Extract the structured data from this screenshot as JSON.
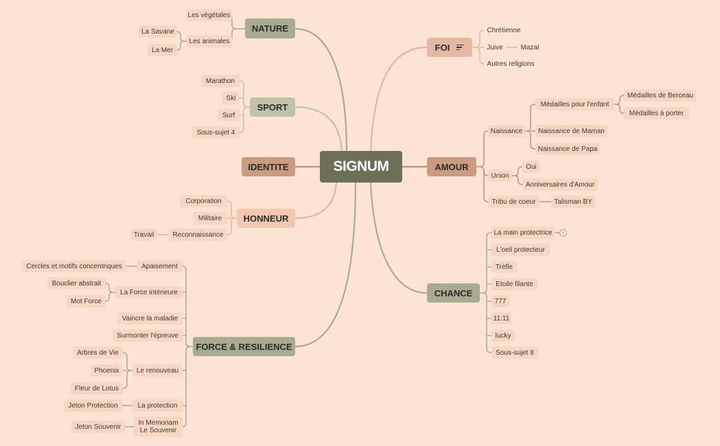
{
  "colors": {
    "background": "#fde3d3",
    "root": "#6b7056",
    "green_topic": "#a8ab8e",
    "light_green_topic": "#c0c3a6",
    "brown_topic": "#c99b80",
    "sub_node": "#f7d7c2",
    "link_green": "#a8ab8e",
    "link_rose": "#deb7a2",
    "link_brown": "#c4907a"
  },
  "root": {
    "label": "SIGNUM"
  },
  "topics": {
    "nature": {
      "label": "NATURE",
      "children": {
        "vegetales": "Les végétales",
        "animales": "Les animales",
        "savane": "La Savane",
        "mer": "La Mer"
      }
    },
    "sport": {
      "label": "SPORT",
      "children": {
        "marathon": "Marathon",
        "ski": "Ski",
        "surf": "Surf",
        "sous4": "Sous-sujet 4"
      }
    },
    "identite": {
      "label": "IDENTITE"
    },
    "honneur": {
      "label": "HONNEUR",
      "children": {
        "corporation": "Corporation",
        "militaire": "Militaire",
        "reconnaissance": "Reconnaissance",
        "travail": "Travail"
      }
    },
    "force": {
      "label": "FORCE & RESILIENCE",
      "children": {
        "apaisement": "Apaisement",
        "cercles": "Cercles et motifs concentriques",
        "force_int": "La Force intérieure",
        "bouclier": "Bouclier abstrait",
        "mot_force": "Mot Force",
        "vaincre": "Vaincre la maladie",
        "surmonter": "Surmonter l'épreuve",
        "renouveau": "Le renouveau",
        "arbres": "Arbres de Vie",
        "phoenix": "Phoenix",
        "lotus": "Fleur de Lotus",
        "protection": "La protection",
        "jeton_prot": "Jeton Protection",
        "memoriam_1": "In Memoriam",
        "memoriam_2": "Le Souvenir",
        "jeton_souv": "Jeton Souvenir"
      }
    },
    "foi": {
      "label": "FOI",
      "icon": "notes-lines-icon",
      "children": {
        "chretienne": "Chrétienne",
        "juive": "Juive",
        "mazal": "Mazal",
        "autres": "Autres religions"
      }
    },
    "amour": {
      "label": "AMOUR",
      "children": {
        "naissance": "Naissance",
        "medailles_enfant": "Médailles pour l'enfant",
        "berceau": "Médailles de Berceau",
        "porter": "Médailles à porter",
        "maman": "Naissance de Maman",
        "papa": "Naissance de Papa",
        "union": "Union",
        "oui": "Oui",
        "anniv": "Anniversaires d'Amour",
        "tribu": "Tribu de coeur",
        "talisman": "Talisman BY"
      }
    },
    "chance": {
      "label": "CHANCE",
      "children": {
        "main": "La main protectrice",
        "oeil": "L'oeil protecteur",
        "trefle": "Trèfle",
        "etoile": "Etoile filante",
        "n777": "777",
        "n1111": "11:11",
        "lucky": "lucky",
        "sous8": "Sous-sujet 8"
      },
      "info_icon": "info-circle-icon"
    }
  }
}
